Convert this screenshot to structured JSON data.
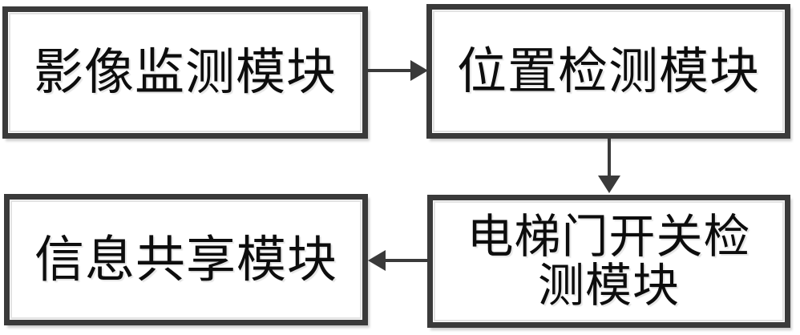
{
  "diagram": {
    "title": "",
    "background_color": "#ffffff",
    "border_color": "#3a3a3a",
    "text_color": "#0d0d0d",
    "nodes": [
      {
        "id": "image-monitor",
        "label": "影像监测模块",
        "position": "top-left"
      },
      {
        "id": "position-detect",
        "label": "位置检测模块",
        "position": "top-right"
      },
      {
        "id": "door-switch",
        "label": "电梯门开关检\n测模块",
        "position": "bottom-right"
      },
      {
        "id": "info-share",
        "label": "信息共享模块",
        "position": "bottom-left"
      }
    ],
    "connectors": [
      {
        "id": "monitor-to-position",
        "from": "image-monitor",
        "to": "position-detect",
        "direction": "right"
      },
      {
        "id": "position-to-door",
        "from": "position-detect",
        "to": "door-switch",
        "direction": "down"
      },
      {
        "id": "door-to-info",
        "from": "door-switch",
        "to": "info-share",
        "direction": "left"
      }
    ]
  }
}
